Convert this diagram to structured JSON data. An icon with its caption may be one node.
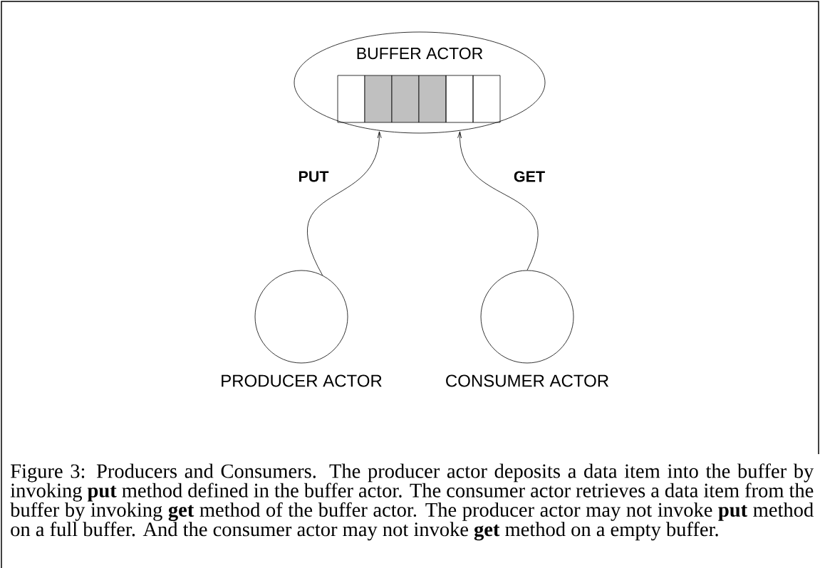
{
  "diagram": {
    "nodes": [
      {
        "text": [
          "BUFFER ACTOR"
        ]
      },
      {
        "text": [],
        "shape": "box",
        "in": 0
      },
      {
        "text": [],
        "shape": "box",
        "in": 0
      },
      {
        "text": [],
        "shape": "box",
        "in": 0
      },
      {
        "text": [],
        "shape": "box",
        "in": 0
      },
      {
        "text": [],
        "shape": "box",
        "in": 0
      },
      {
        "text": [],
        "shape": "box",
        "in": 0
      },
      {
        "text": [
          "PRODUCER ACTOR"
        ]
      },
      {
        "text": [
          "CONSUMER ACTOR"
        ]
      }
    ],
    "edges": [
      {
        "from": 7,
        "to": 0,
        "arrow": "to",
        "label": "PUT"
      },
      {
        "from": 8,
        "to": 0,
        "arrow": "to",
        "label": "GET"
      }
    ],
    "caption": "Figure 3: Producers and Consumers. The producer actor deposits a data item into the buffer by invoking **put** method defined in the buffer actor. The consumer actor retrieves a data item from the buffer by invoking **get** method of the buffer actor. The producer actor may not invoke **put** method on a full buffer. And the consumer actor may not invoke **get** method on a empty buffer."
  }
}
